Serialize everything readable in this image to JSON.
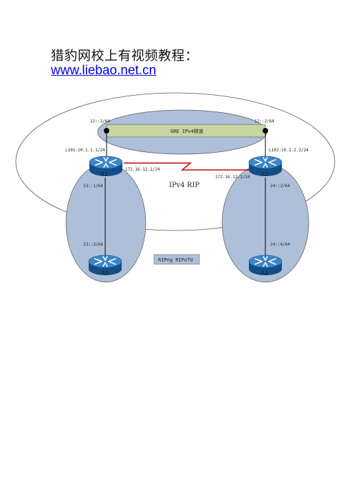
{
  "header": {
    "title": "猎豹网校上有视频教程：",
    "link": "www.liebao.net.cn"
  },
  "diagram": {
    "tunnel_label": "GRE IPv4隧道",
    "ipv4_area_label": "IPv4 RIP",
    "ripng_box_label": "RIPng RIPoTU",
    "labels": {
      "r1_tunnel_ip": "12::1/64",
      "r2_tunnel_ip": "12::2/64",
      "r1_loopback": "L101:10.1.1.1/24",
      "r2_loopback": "L102:10.2.2.2/24",
      "r1_serial": "172.16.12.1/24",
      "r2_serial": "172.16.12.2/24",
      "r1_lan": "13::1/64",
      "r3_lan": "13::3/64",
      "r2_lan": "24::2/64",
      "r4_lan": "24::4/64"
    },
    "routers": {
      "r1": "R1",
      "r2": "R2",
      "r3": "R3",
      "r4": "R4"
    },
    "colors": {
      "router_body": "#1f6fb2",
      "tunnel_fill": "#c6d7a4",
      "area_fill": "#aebfd9",
      "serial_link": "#cc0000"
    }
  }
}
